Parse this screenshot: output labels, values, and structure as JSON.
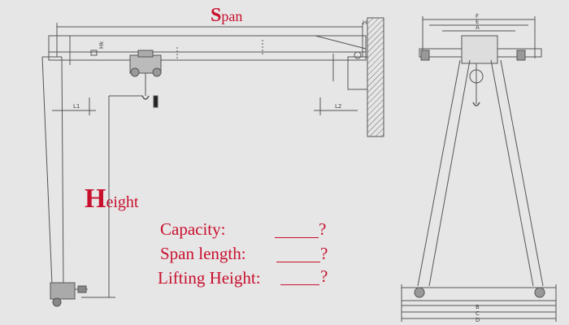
{
  "labels": {
    "span_initial": "S",
    "span_rest": "pan",
    "height_initial": "H",
    "height_rest": "eight"
  },
  "questions": [
    {
      "label": "Capacity:",
      "mark": "?"
    },
    {
      "label": "Span length:",
      "mark": "?"
    },
    {
      "label": "Lifting Height:",
      "mark": "?"
    }
  ],
  "dimension_marks": {
    "hk": "Hk",
    "l1": "L1",
    "l2": "L2",
    "h": "H",
    "end_top": [
      "F",
      "E",
      "A"
    ],
    "end_bottom": [
      "B",
      "C",
      "D"
    ]
  },
  "colors": {
    "accent": "#c8102e",
    "line": "#555555",
    "background": "#e6e6e6"
  }
}
